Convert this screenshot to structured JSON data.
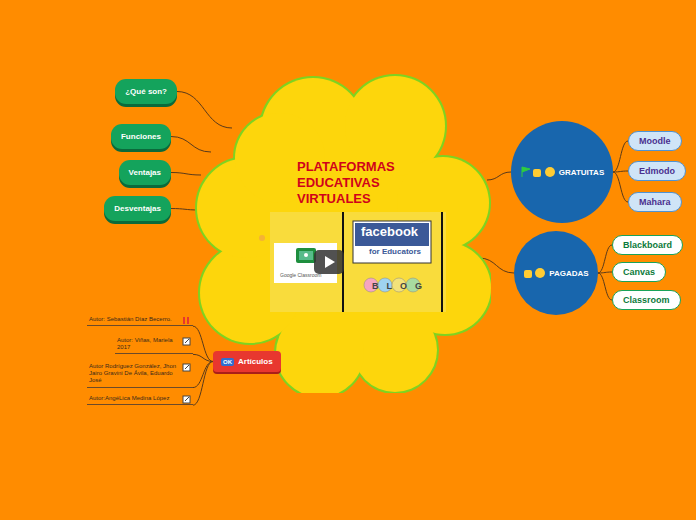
{
  "diagram": {
    "nodes": [
      {
        "text": [
          "PLATAFORMAS EDUCATIVAS VIRTUALES"
        ]
      },
      {
        "text": [
          "¿Qué son?"
        ]
      },
      {
        "text": [
          "Funciones"
        ]
      },
      {
        "text": [
          "Ventajas"
        ]
      },
      {
        "text": [
          "Desventajas"
        ]
      },
      {
        "text": [
          "GRATUITAS"
        ]
      },
      {
        "text": [
          "PAGADAS"
        ]
      },
      {
        "text": [
          "Moodle"
        ]
      },
      {
        "text": [
          "Edmodo"
        ]
      },
      {
        "text": [
          "Mahara"
        ]
      },
      {
        "text": [
          "Blackboard"
        ]
      },
      {
        "text": [
          "Canvas"
        ]
      },
      {
        "text": [
          "Classroom"
        ]
      },
      {
        "text": [
          "OK",
          "Artículos"
        ]
      },
      {
        "text": [
          "Autor: Sebastián Díaz Becerro."
        ]
      },
      {
        "text": [
          "Autor: Viñas, Mariela 2017"
        ]
      },
      {
        "text": [
          "Autor Rodríguez González, Jhon Jairo Gravini De Ávila, Eduardo José"
        ]
      },
      {
        "text": [
          "Autor:AngéLica Medina López"
        ]
      }
    ],
    "edges": [
      {
        "from": 0,
        "to": 1,
        "arrow": "none"
      },
      {
        "from": 0,
        "to": 2,
        "arrow": "none"
      },
      {
        "from": 0,
        "to": 3,
        "arrow": "none"
      },
      {
        "from": 0,
        "to": 4,
        "arrow": "none"
      },
      {
        "from": 0,
        "to": 5,
        "arrow": "none"
      },
      {
        "from": 0,
        "to": 6,
        "arrow": "none"
      },
      {
        "from": 5,
        "to": 7,
        "arrow": "none"
      },
      {
        "from": 5,
        "to": 8,
        "arrow": "none"
      },
      {
        "from": 5,
        "to": 9,
        "arrow": "none"
      },
      {
        "from": 6,
        "to": 10,
        "arrow": "none"
      },
      {
        "from": 6,
        "to": 11,
        "arrow": "none"
      },
      {
        "from": 6,
        "to": 12,
        "arrow": "none"
      },
      {
        "from": 0,
        "to": 13,
        "arrow": "none"
      },
      {
        "from": 13,
        "to": 14,
        "arrow": "none"
      },
      {
        "from": 13,
        "to": 15,
        "arrow": "none"
      },
      {
        "from": 13,
        "to": 16,
        "arrow": "none"
      },
      {
        "from": 13,
        "to": 17,
        "arrow": "none"
      }
    ],
    "labels": [
      "Google Classroom",
      "facebook",
      "for Educators",
      "BLOG"
    ]
  }
}
